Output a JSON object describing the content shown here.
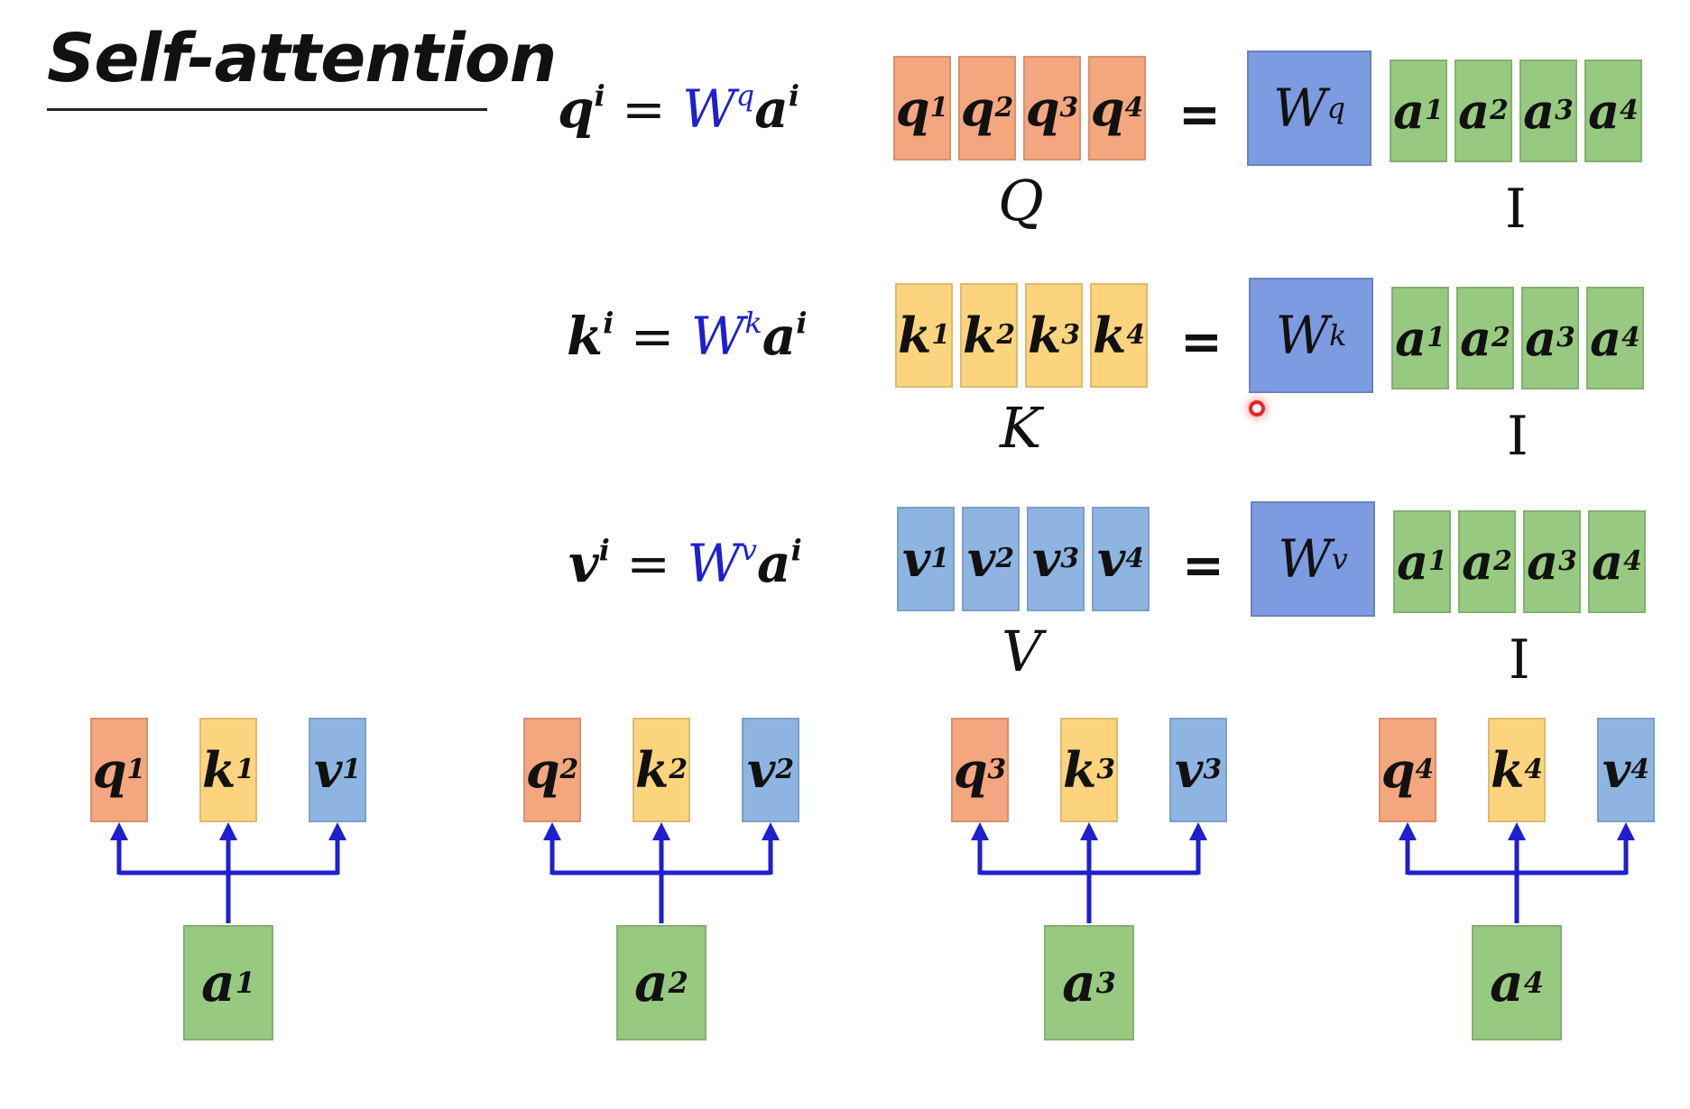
{
  "title": "Self-attention",
  "colors": {
    "query": "#f4a67f",
    "key": "#fcd47e",
    "value": "#8eb5e2",
    "input": "#97c981",
    "weight": "#7d9be0",
    "arrow": "#1f1fd0",
    "weight_symbol": "#1f1fd0"
  },
  "equations": [
    {
      "lhs": "q",
      "lhs_sup": "i",
      "equals": "=",
      "w": "W",
      "w_sup": "q",
      "a": "a",
      "a_sup": "i"
    },
    {
      "lhs": "k",
      "lhs_sup": "i",
      "equals": "=",
      "w": "W",
      "w_sup": "k",
      "a": "a",
      "a_sup": "i"
    },
    {
      "lhs": "v",
      "lhs_sup": "i",
      "equals": "=",
      "w": "W",
      "w_sup": "v",
      "a": "a",
      "a_sup": "i"
    }
  ],
  "matrix_rows": [
    {
      "output_symbol": "q",
      "output_items": [
        "1",
        "2",
        "3",
        "4"
      ],
      "output_label": "Q",
      "equals": "=",
      "weight": "W",
      "weight_sup": "q",
      "input_symbol": "a",
      "input_items": [
        "1",
        "2",
        "3",
        "4"
      ],
      "input_label": "I"
    },
    {
      "output_symbol": "k",
      "output_items": [
        "1",
        "2",
        "3",
        "4"
      ],
      "output_label": "K",
      "equals": "=",
      "weight": "W",
      "weight_sup": "k",
      "input_symbol": "a",
      "input_items": [
        "1",
        "2",
        "3",
        "4"
      ],
      "input_label": "I"
    },
    {
      "output_symbol": "v",
      "output_items": [
        "1",
        "2",
        "3",
        "4"
      ],
      "output_label": "V",
      "equals": "=",
      "weight": "W",
      "weight_sup": "v",
      "input_symbol": "a",
      "input_items": [
        "1",
        "2",
        "3",
        "4"
      ],
      "input_label": "I"
    }
  ],
  "groups": [
    {
      "input": "a",
      "index": "1",
      "outputs": [
        "q",
        "k",
        "v"
      ]
    },
    {
      "input": "a",
      "index": "2",
      "outputs": [
        "q",
        "k",
        "v"
      ]
    },
    {
      "input": "a",
      "index": "3",
      "outputs": [
        "q",
        "k",
        "v"
      ]
    },
    {
      "input": "a",
      "index": "4",
      "outputs": [
        "q",
        "k",
        "v"
      ]
    }
  ]
}
